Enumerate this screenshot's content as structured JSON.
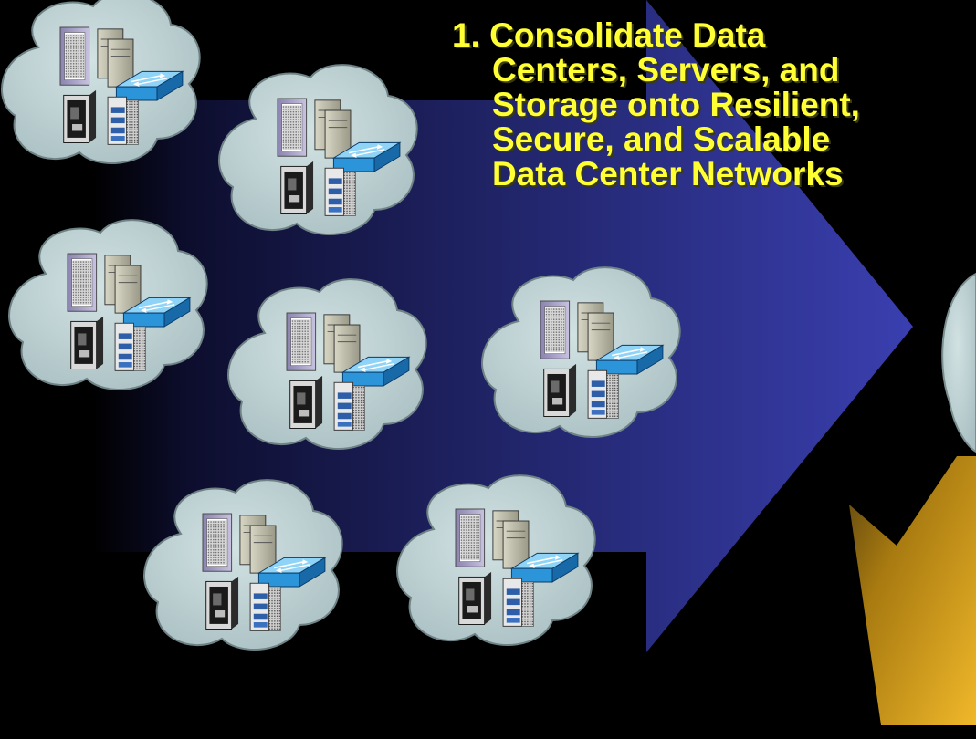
{
  "headline": {
    "number": "1.",
    "lines": [
      "Consolidate Data",
      "Centers, Servers, and",
      "Storage onto Resilient,",
      "Secure, and Scalable",
      "Data Center Networks"
    ]
  },
  "colors": {
    "background": "#000000",
    "headline": "#ffff33",
    "arrow_dark": "#171a55",
    "arrow_light": "#3a3fb0",
    "cloud": "#bcd0d2",
    "switch": "#3fa7e6",
    "gold_arrow": "#e0a816"
  },
  "clusters": [
    {
      "name": "site-cluster-1"
    },
    {
      "name": "site-cluster-2"
    },
    {
      "name": "site-cluster-3"
    },
    {
      "name": "site-cluster-4"
    },
    {
      "name": "site-cluster-5"
    },
    {
      "name": "site-cluster-6"
    },
    {
      "name": "site-cluster-7"
    }
  ],
  "icons": [
    "rack-server-icon",
    "tower-server-icon",
    "network-switch-icon",
    "workstation-icon",
    "storage-array-icon",
    "cloud-icon"
  ]
}
